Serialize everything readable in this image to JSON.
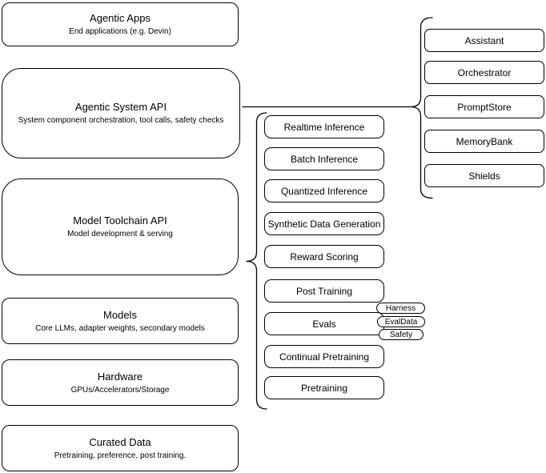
{
  "diagram": {
    "left_stack": [
      {
        "title": "Agentic Apps",
        "subtitle": "End applications (e.g. Devin)"
      },
      {
        "title": "Agentic System API",
        "subtitle": "System component orchestration, tool calls, safety checks"
      },
      {
        "title": "Model Toolchain API",
        "subtitle": "Model development & serving"
      },
      {
        "title": "Models",
        "subtitle": "Core LLMs, adapter weights, secondary models"
      },
      {
        "title": "Hardware",
        "subtitle": "GPUs/Accelerators/Storage"
      },
      {
        "title": "Curated Data",
        "subtitle": "Pretraining, preference, post training."
      }
    ],
    "toolchain_items": [
      "Realtime Inference",
      "Batch Inference",
      "Quantized Inference",
      "Synthetic Data Generation",
      "Reward Scoring",
      "Post Training",
      "Evals",
      "Continual Pretraining",
      "Pretraining"
    ],
    "eval_tags": [
      "Harness",
      "EvalData",
      "Safety"
    ],
    "system_components": [
      "Assistant",
      "Orchestrator",
      "PromptStore",
      "MemoryBank",
      "Shields"
    ],
    "colors": {
      "background": "#ffffff",
      "box_fill": "#ffffff",
      "stroke": "#000000",
      "text": "#000000"
    }
  }
}
